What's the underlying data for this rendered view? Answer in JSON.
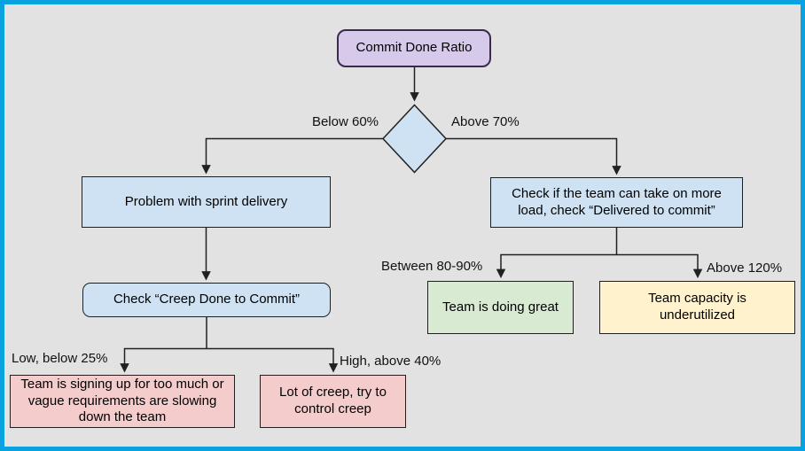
{
  "colors": {
    "frame": "#09a2e0",
    "background": "#e2e2e2",
    "line": "#212121",
    "purple_fill": "#d6c9ea",
    "purple_border": "#3b2a4f",
    "blue_fill": "#cfe2f3",
    "pink_fill": "#f4cccc",
    "green_fill": "#d9ead3",
    "yellow_fill": "#fff2cc",
    "box_border": "#1f1f1f"
  },
  "nodes": {
    "start": {
      "label": "Commit Done Ratio"
    },
    "problem": {
      "label": "Problem with sprint delivery"
    },
    "creep_check": {
      "label": "Check “Creep Done to Commit”"
    },
    "too_much": {
      "label": "Team is signing up for too much or vague requirements are slowing down the team"
    },
    "lot_creep": {
      "label": "Lot of creep, try to control creep"
    },
    "load_check": {
      "label": "Check if the team can take on more load, check “Delivered to commit”"
    },
    "great": {
      "label": "Team is doing great"
    },
    "underutilized": {
      "label": "Team capacity is underutilized"
    }
  },
  "edge_labels": {
    "below_60": "Below 60%",
    "above_70": "Above 70%",
    "low_25": "Low, below 25%",
    "high_40": "High, above 40%",
    "between_80_90": "Between 80-90%",
    "above_120": "Above 120%"
  }
}
